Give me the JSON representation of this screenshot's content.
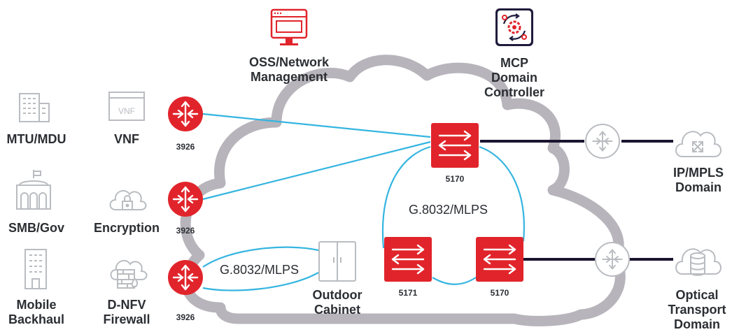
{
  "colors": {
    "cloud": "#b7b4bb",
    "red": "#e1242b",
    "link_blue": "#35b5e0",
    "dark_line": "#1b1530",
    "icon_gray": "#b9bcc0",
    "text": "#2b2e33",
    "mcp_navy": "#1f1b3c"
  },
  "top": {
    "oss": {
      "label_line1": "OSS/Network",
      "label_line2": "Management",
      "icon": "monitor-icon"
    },
    "mcp": {
      "label_line1": "MCP",
      "label_line2": "Domain",
      "label_line3": "Controller",
      "icon": "gear-cycle-icon"
    }
  },
  "customers": [
    {
      "label_line1": "MTU/MDU",
      "label_line2": "",
      "icon": "building-icon"
    },
    {
      "label_line1": "SMB/Gov",
      "label_line2": "",
      "icon": "government-building-icon"
    },
    {
      "label_line1": "Mobile",
      "label_line2": "Backhaul",
      "icon": "tower-building-icon"
    }
  ],
  "services": [
    {
      "label_line1": "VNF",
      "label_line2": "",
      "icon": "vnf-box-icon",
      "icon_text": "VNF"
    },
    {
      "label_line1": "Encryption",
      "label_line2": "",
      "icon": "cloud-lock-icon"
    },
    {
      "label_line1": "D-NFV",
      "label_line2": "Firewall",
      "icon": "cloud-firewall-icon"
    }
  ],
  "access_routers": [
    {
      "model": "3926"
    },
    {
      "model": "3926"
    },
    {
      "model": "3926"
    }
  ],
  "switches": {
    "top": {
      "model": "5170"
    },
    "bottom_left": {
      "model": "5171"
    },
    "bottom_right": {
      "model": "5170"
    }
  },
  "ring_label": "G.8032/MLPS",
  "cabinet_link_label": "G.8032/MLPS",
  "cabinet": {
    "label_line1": "Outdoor",
    "label_line2": "Cabinet",
    "icon": "cabinet-icon"
  },
  "domains": {
    "ip_mpls": {
      "label_line1": "IP/MPLS",
      "label_line2": "Domain",
      "icon": "cloud-cross-arrows-icon"
    },
    "optical": {
      "label_line1": "Optical",
      "label_line2": "Transport",
      "label_line3": "Domain",
      "icon": "cloud-database-icon"
    }
  }
}
